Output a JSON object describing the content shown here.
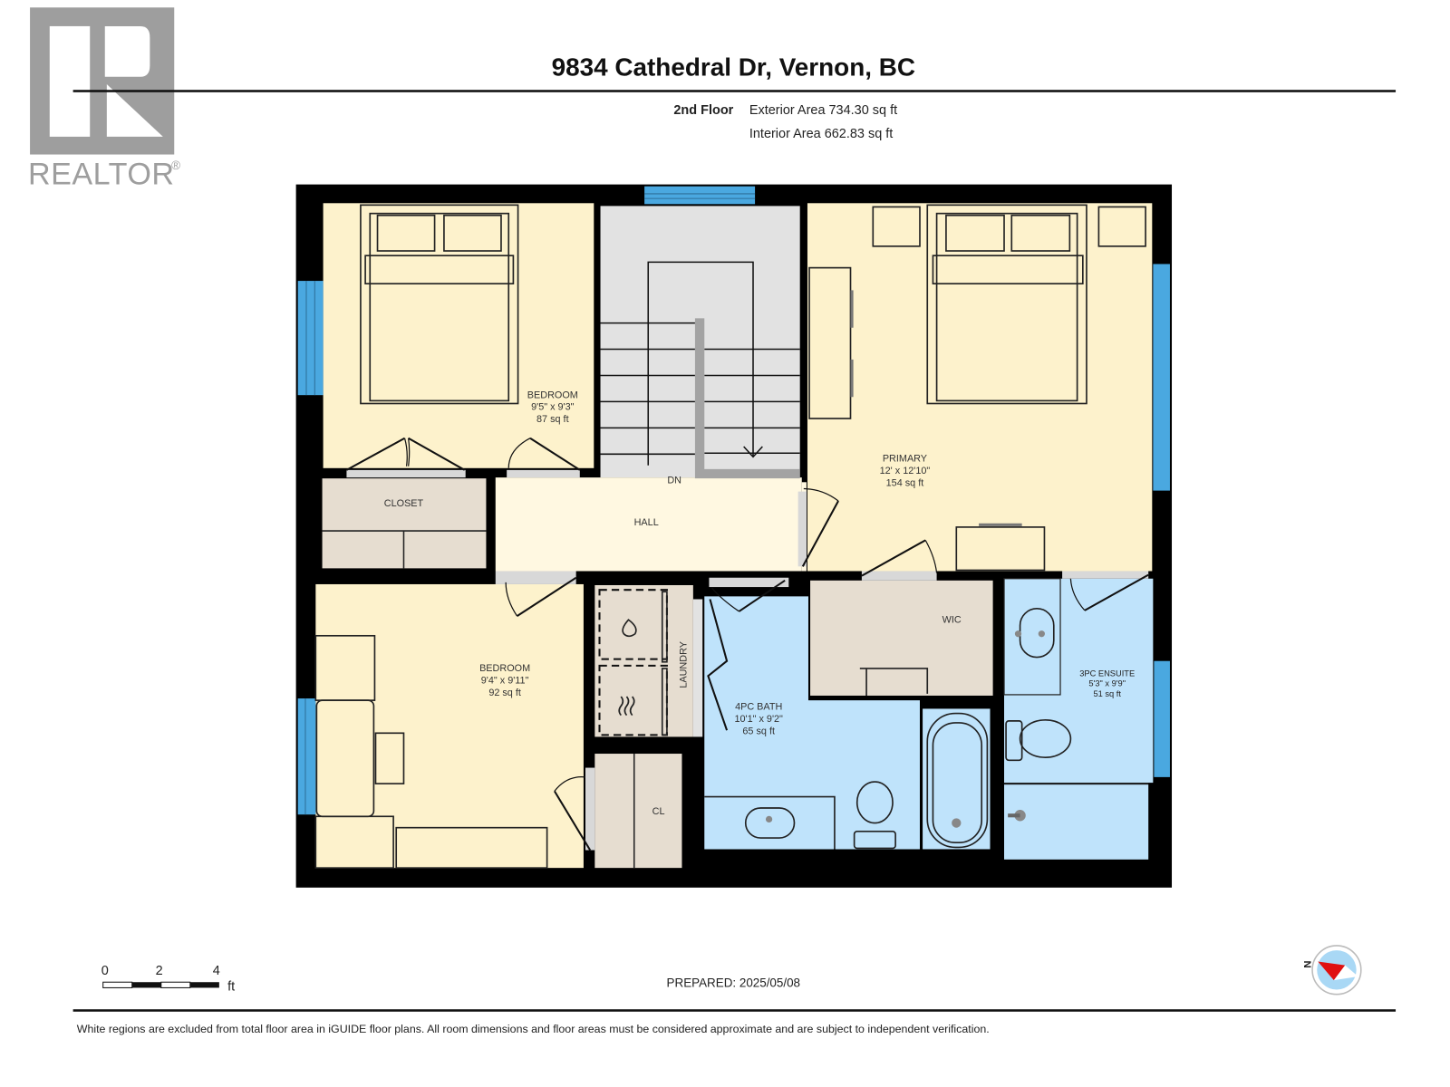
{
  "header": {
    "title": "9834 Cathedral Dr, Vernon, BC",
    "floor_label": "2nd Floor",
    "exterior_area": "Exterior Area 734.30 sq ft",
    "interior_area": "Interior Area 662.83 sq ft"
  },
  "logo": {
    "text": "REALTOR",
    "mark": "®",
    "icon": "realtor-r-logo-icon"
  },
  "colors": {
    "bedroom": "#fdf2cc",
    "hall": "#fff8e1",
    "stair": "#e2e2e2",
    "closet": "#e6ddd0",
    "bath": "#bfe3fb",
    "wall": "#000000",
    "window": "#4aa8e0",
    "logo_gray": "#9e9e9e"
  },
  "rooms": [
    {
      "name": "BEDROOM",
      "dims": "9'5\" x 9'3\"",
      "area": "87 sq ft"
    },
    {
      "name": "PRIMARY",
      "dims": "12' x 12'10\"",
      "area": "154 sq ft"
    },
    {
      "name": "BEDROOM",
      "dims": "9'4\" x 9'11\"",
      "area": "92 sq ft"
    },
    {
      "name": "4PC BATH",
      "dims": "10'1\" x 9'2\"",
      "area": "65 sq ft"
    },
    {
      "name": "3PC ENSUITE",
      "dims": "5'3\" x 9'9\"",
      "area": "51 sq ft"
    }
  ],
  "labels": {
    "closet": "CLOSET",
    "hall": "HALL",
    "dn": "DN",
    "wic": "WIC",
    "laundry": "LAUNDRY",
    "cl": "CL"
  },
  "scale_bar": {
    "ticks": [
      "0",
      "2",
      "4"
    ],
    "unit": "ft"
  },
  "compass": {
    "north_label": "N",
    "icon": "compass-icon"
  },
  "prepared": "PREPARED: 2025/05/08",
  "footer": {
    "disclaimer": "White regions are excluded from total floor area in iGUIDE floor plans. All room dimensions and floor areas must be considered approximate and are subject to independent verification."
  }
}
